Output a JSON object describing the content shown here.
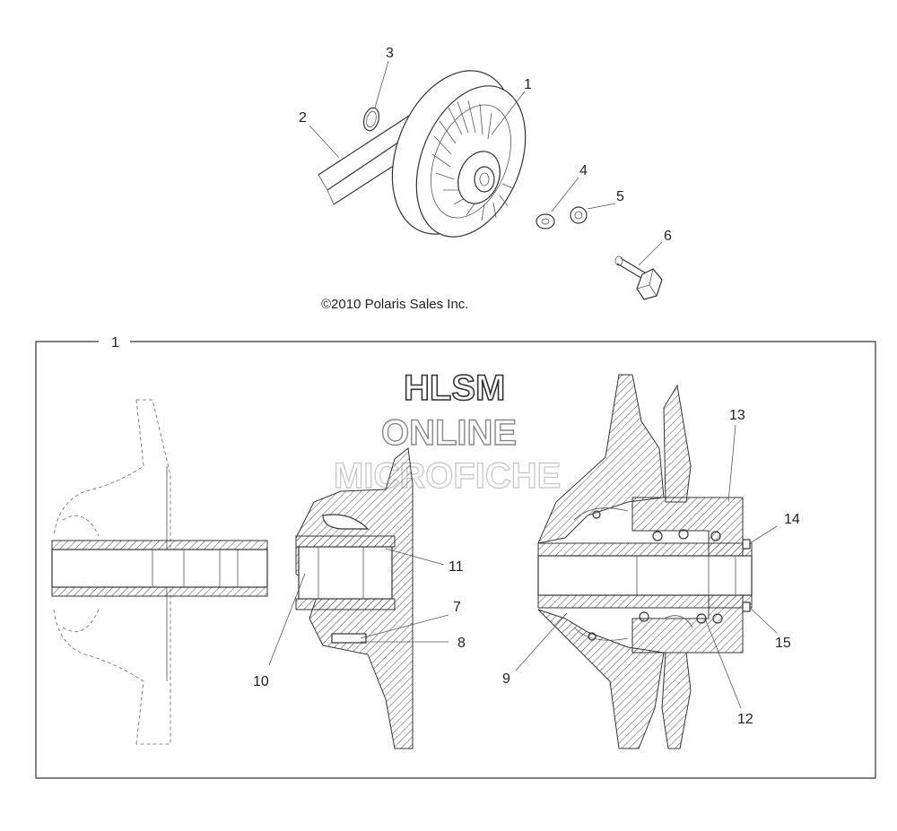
{
  "copyright": "©2010 Polaris Sales Inc.",
  "watermark": {
    "line1": "HLSM",
    "line2": "ONLINE",
    "line3": "MICROFICHE"
  },
  "callouts": {
    "c1": "1",
    "c2": "2",
    "c3": "3",
    "c4": "4",
    "c5": "5",
    "c6": "6",
    "c7": "7",
    "c8": "8",
    "c9": "9",
    "c10": "10",
    "c11": "11",
    "c12": "12",
    "c13": "13",
    "c14": "14",
    "c15": "15",
    "detail": "1"
  }
}
